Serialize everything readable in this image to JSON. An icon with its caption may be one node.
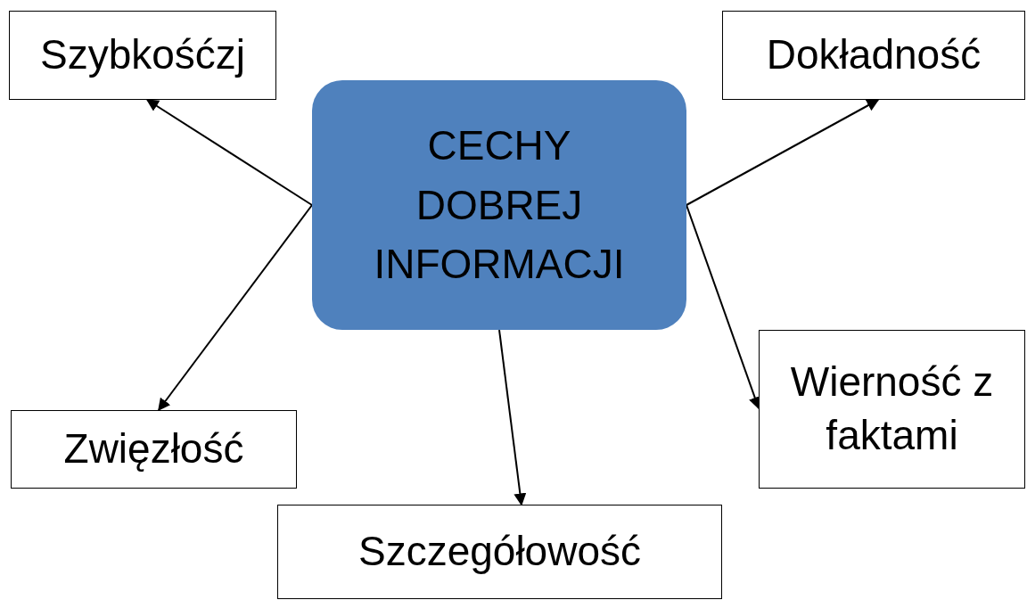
{
  "diagram": {
    "nodes": [
      {
        "text": [
          "CECHY DOBREJ INFORMACJI"
        ]
      },
      {
        "text": [
          "Szybkośćzj"
        ]
      },
      {
        "text": [
          "Dokładność"
        ]
      },
      {
        "text": [
          "Zwięzłość"
        ]
      },
      {
        "text": [
          "Wierność z faktami"
        ]
      },
      {
        "text": [
          "Szczegółowość"
        ]
      }
    ],
    "edges": [
      {
        "from": 0,
        "to": 1,
        "arrow": "to"
      },
      {
        "from": 0,
        "to": 2,
        "arrow": "to"
      },
      {
        "from": 0,
        "to": 3,
        "arrow": "to"
      },
      {
        "from": 0,
        "to": 4,
        "arrow": "to"
      },
      {
        "from": 0,
        "to": 5,
        "arrow": "to"
      }
    ]
  }
}
